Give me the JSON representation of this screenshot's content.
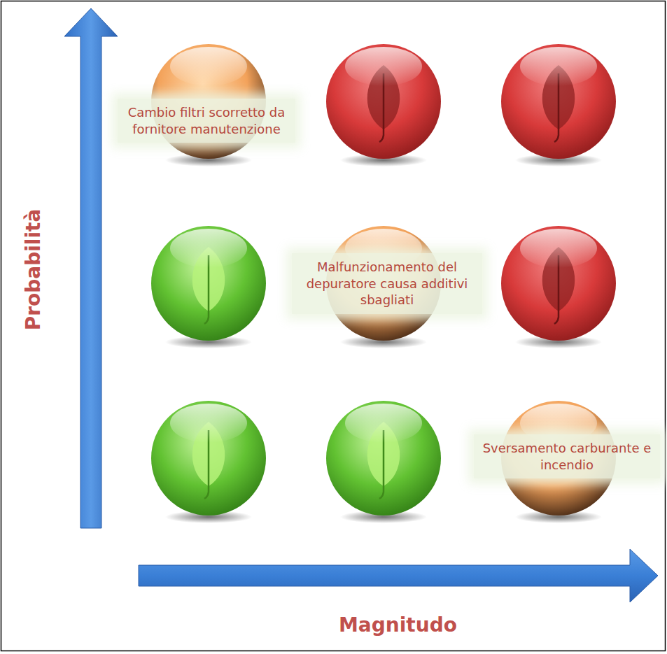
{
  "diagram": {
    "nodes": [
      {
        "text": [
          "Cambio filtri scorretto da fornitore manutenzione"
        ]
      },
      {
        "text": [
          "Malfunzionamento del depuratore causa additivi sbagliati"
        ]
      },
      {
        "text": [
          "Sversamento carburante e incendio"
        ]
      }
    ],
    "labels": [
      "Probabilità",
      "Magnitudo"
    ]
  }
}
